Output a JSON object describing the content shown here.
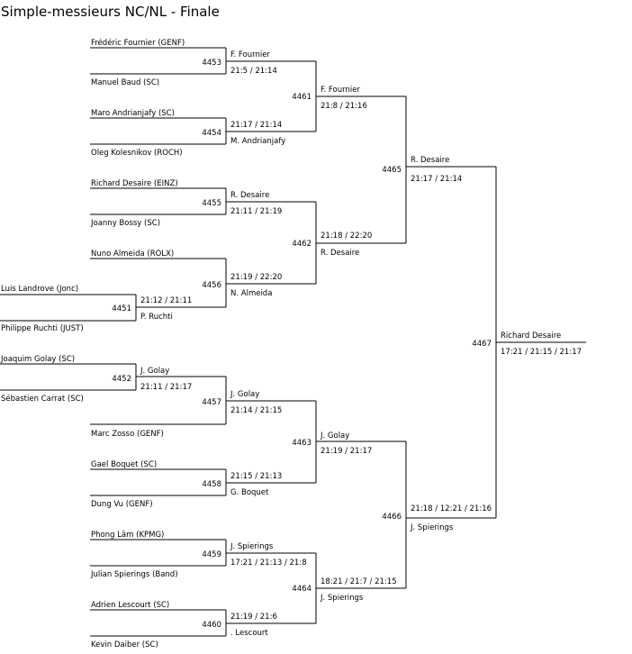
{
  "title": "Simple-messieurs NC/NL - Finale",
  "players": {
    "fournier_f": "Frédéric Fournier (GENF)",
    "baud_m": "Manuel Baud (SC)",
    "andrianjafy_m": "Maro  Andrianjafy (SC)",
    "kolesnikov_o": "Oleg Kolesnikov (ROCH)",
    "desaire_r": "Richard Desaire (EINZ)",
    "bossy_j": "Joanny Bossy (SC)",
    "almeida_n": "Nuno Almeida (ROLX)",
    "landrove_l": "Luis Landrove (Jonc)",
    "ruchti_p": "Philippe Ruchti (JUST)",
    "golay_j": "Joaquim  Golay (SC)",
    "carrat_s": "Sébastien Carrat (SC)",
    "zosso_m": "Marc Zosso (GENF)",
    "boquet_g": "Gael Boquet  (SC)",
    "vu_d": "Dung Vu (GENF)",
    "lam_p": "Phong  Lâm (KPMG)",
    "spierings_j": "Julian  Spierings (Band)",
    "lescourt_a": " Adrien  Lescourt (SC)",
    "daiber_k": "Kevin Daiber (SC)"
  },
  "matches": {
    "m4451": {
      "num": "4451",
      "winner": "P. Ruchti",
      "score": "21:12 / 21:11"
    },
    "m4452": {
      "num": "4452",
      "winner": "J. Golay",
      "score": "21:11 / 21:17"
    },
    "m4453": {
      "num": "4453",
      "winner": "F. Fournier",
      "score": "21:5 / 21:14"
    },
    "m4454": {
      "num": "4454",
      "winner": "M. Andrianjafy",
      "score": "21:17 / 21:14"
    },
    "m4455": {
      "num": "4455",
      "winner": "R. Desaire",
      "score": "21:11 / 21:19"
    },
    "m4456": {
      "num": "4456",
      "winner": "N. Almeida",
      "score": "21:19 / 22:20"
    },
    "m4457": {
      "num": "4457",
      "winner": "J. Golay",
      "score": "21:14 / 21:15"
    },
    "m4458": {
      "num": "4458",
      "winner": "G. Boquet",
      "score": "21:15 / 21:13"
    },
    "m4459": {
      "num": "4459",
      "winner": "J. Spierings",
      "score": "17:21 / 21:13 / 21:8"
    },
    "m4460": {
      "num": "4460",
      "winner": " . Lescourt",
      "score": "21:19 / 21:6"
    },
    "m4461": {
      "num": "4461",
      "winner": "F. Fournier",
      "score": "21:8 / 21:16"
    },
    "m4462": {
      "num": "4462",
      "winner": "R. Desaire",
      "score": "21:18 / 22:20"
    },
    "m4463": {
      "num": "4463",
      "winner": "J. Golay",
      "score": "21:19 / 21:17"
    },
    "m4464": {
      "num": "4464",
      "winner": "J. Spierings",
      "score": "18:21 / 21:7 / 21:15"
    },
    "m4465": {
      "num": "4465",
      "winner": "R. Desaire",
      "score": "21:17 / 21:14"
    },
    "m4466": {
      "num": "4466",
      "winner": "J. Spierings",
      "score": "21:18 / 12:21 / 21:16"
    },
    "m4467": {
      "num": "4467",
      "winner": "Richard Desaire",
      "score": "17:21 / 21:15 / 21:17"
    }
  }
}
